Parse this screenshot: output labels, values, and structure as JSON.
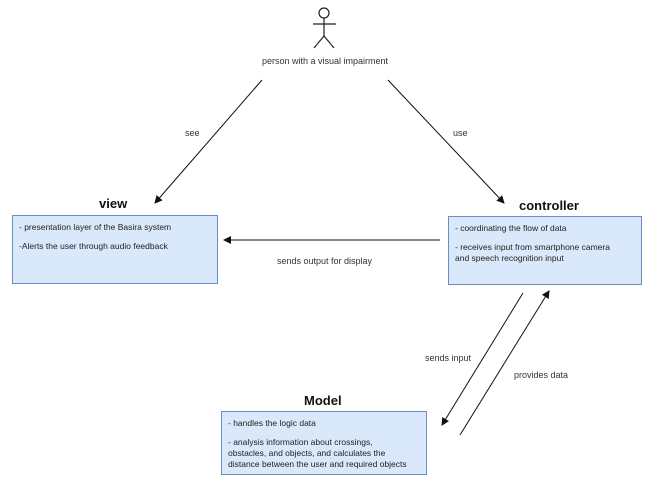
{
  "actor": {
    "label": "person with a visual impairment"
  },
  "edges": {
    "see": "see",
    "use": "use",
    "sends_output": "sends output for display",
    "sends_input": "sends input",
    "provides_data": "provides data"
  },
  "view": {
    "title": "view",
    "items": [
      "- presentation layer of the Basira system",
      "-Alerts the user through audio feedback"
    ]
  },
  "controller": {
    "title": "controller",
    "items": [
      "- coordinating the flow of data",
      "- receives input  from smartphone camera\nand speech recognition input"
    ]
  },
  "model": {
    "title": "Model",
    "items": [
      "- handles the logic data",
      "- analysis information about crossings,\nobstacles, and objects, and calculates the\ndistance between the user and required objects"
    ]
  }
}
